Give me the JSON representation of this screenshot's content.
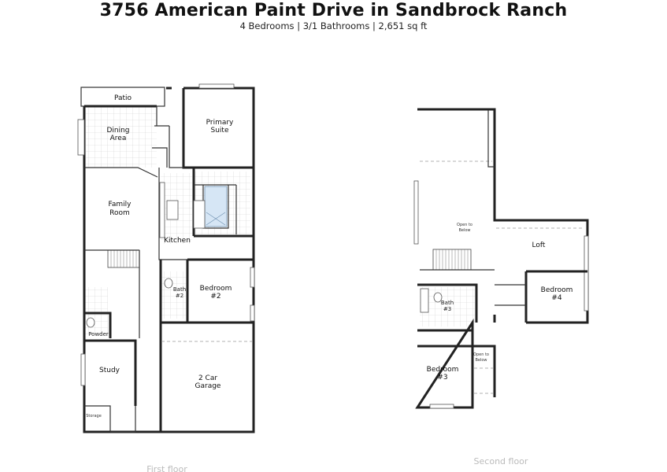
{
  "header": {
    "title": "3756 American Paint Drive in Sandbrock Ranch",
    "subtitle": "4 Bedrooms | 3/1 Bathrooms | 2,651 sq ft"
  },
  "first_floor": {
    "caption": "First floor",
    "rooms": {
      "patio": "Patio",
      "dining_1": "Dining",
      "dining_2": "Area",
      "primary_1": "Primary",
      "primary_2": "Suite",
      "family_1": "Family",
      "family_2": "Room",
      "kitchen": "Kitchen",
      "bath2_1": "Bath",
      "bath2_2": "#2",
      "bedroom2_1": "Bedroom",
      "bedroom2_2": "#2",
      "powder": "Powder",
      "study": "Study",
      "garage_1": "2 Car",
      "garage_2": "Garage",
      "storage": "Storage"
    }
  },
  "second_floor": {
    "caption": "Second floor",
    "rooms": {
      "open1_1": "Open to",
      "open1_2": "Below",
      "loft": "Loft",
      "bath3_1": "Bath",
      "bath3_2": "#3",
      "bedroom4_1": "Bedroom",
      "bedroom4_2": "#4",
      "bedroom3_1": "Bedroom",
      "bedroom3_2": "#3",
      "open2_1": "Open to",
      "open2_2": "Below"
    }
  }
}
